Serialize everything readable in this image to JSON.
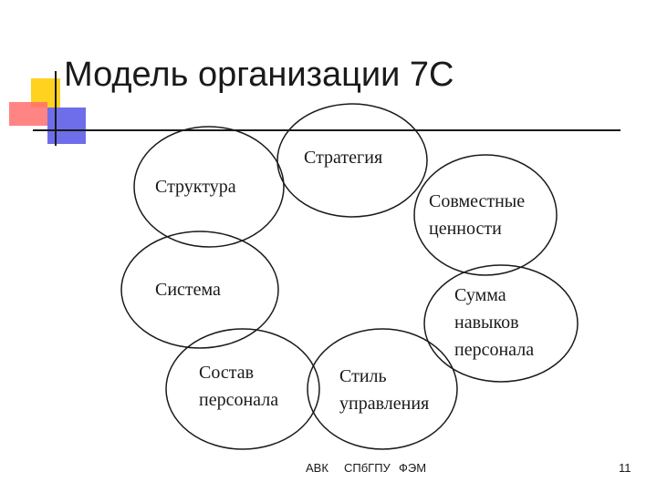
{
  "title": "Модель организации 7С",
  "nodes": {
    "strategy": "Стратегия",
    "structure": "Структура",
    "shared_values": "Совместные\nценности",
    "system": "Система",
    "skills": "Сумма\nнавыков\nперсонала",
    "staff": "Состав\nперсонала",
    "style": "Стиль\nуправления"
  },
  "footer": {
    "left": "АВК",
    "center": "СПбГПУ",
    "right": "ФЭМ",
    "page_number": "11"
  }
}
